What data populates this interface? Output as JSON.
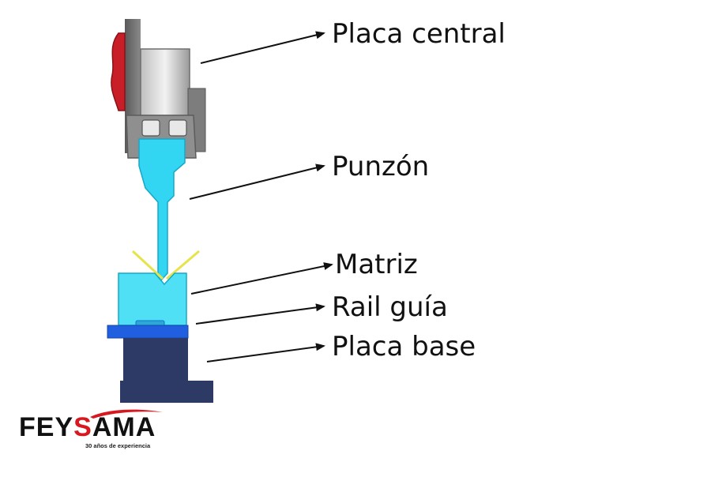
{
  "labels": {
    "placa_central": "Placa central",
    "punzon": "Punzón",
    "matriz": "Matriz",
    "rail_guia": "Rail guía",
    "placa_base": "Placa base"
  },
  "logo": {
    "prefix": "FEY",
    "highlight": "S",
    "suffix": "AMA",
    "tagline": "30 años de experiencia"
  },
  "colors": {
    "punch": "#33d6f2",
    "die": "#4fe0f5",
    "rail": "#1f5fe0",
    "base": "#2e3a66",
    "upper_gray": "#8c8c8c",
    "handle_red": "#c81e28",
    "logo_red": "#d7191f"
  }
}
